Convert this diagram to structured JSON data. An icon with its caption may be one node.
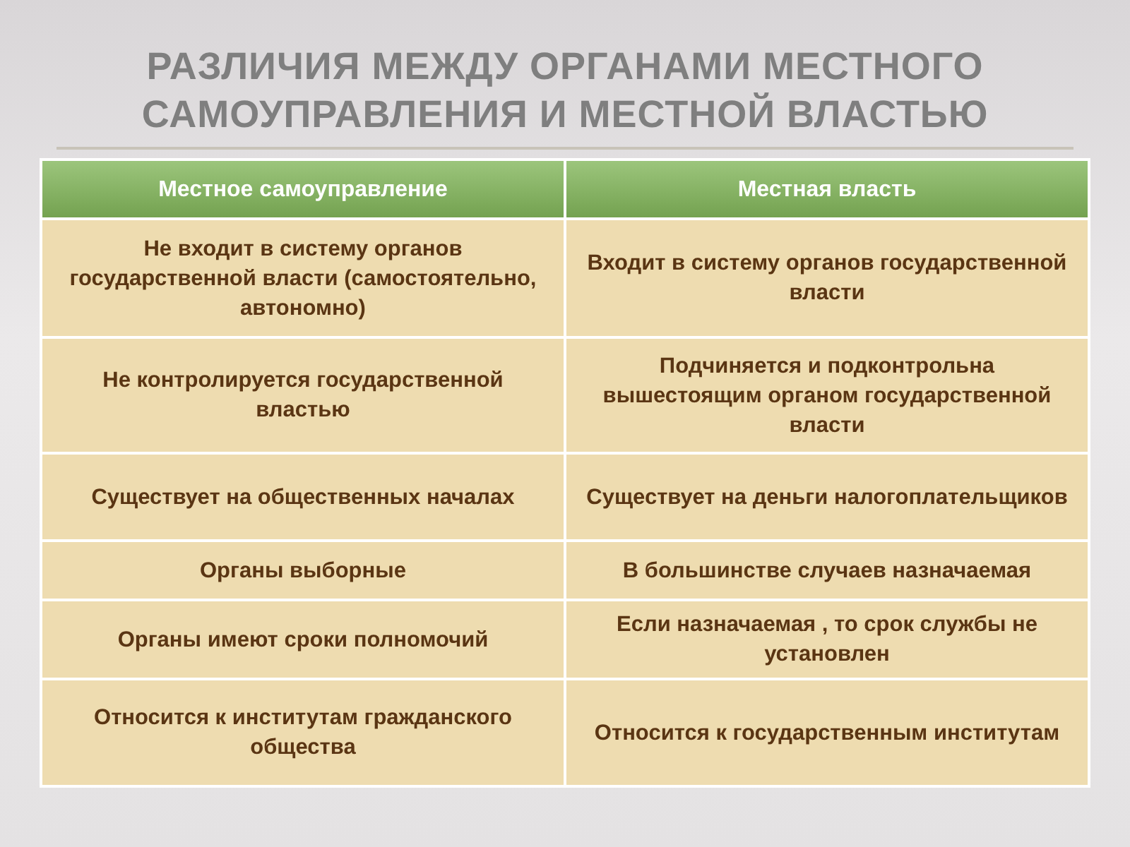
{
  "diagram": {
    "title": "РАЗЛИЧИЯ МЕЖДУ ОРГАНАМИ МЕСТНОГО САМОУПРАВЛЕНИЯ И МЕСТНОЙ ВЛАСТЬЮ",
    "labels": [
      "Местное самоуправление",
      "Местная власть",
      "Не входит в систему органов государственной власти (самостоятельно, автономно)",
      "Входит в систему органов государственной власти",
      "Не контролируется государственной властью",
      "Подчиняется и подконтрольна вышестоящим органом государственной власти",
      "Существует на общественных началах",
      "Существует на деньги налогоплательщиков",
      "Органы выборные",
      "В большинстве случаев назначаемая",
      "Органы имеют сроки полномочий",
      "Если назначаемая , то срок службы не установлен",
      "Относится к институтам гражданского общества",
      "Относится к государственным институтам"
    ]
  }
}
